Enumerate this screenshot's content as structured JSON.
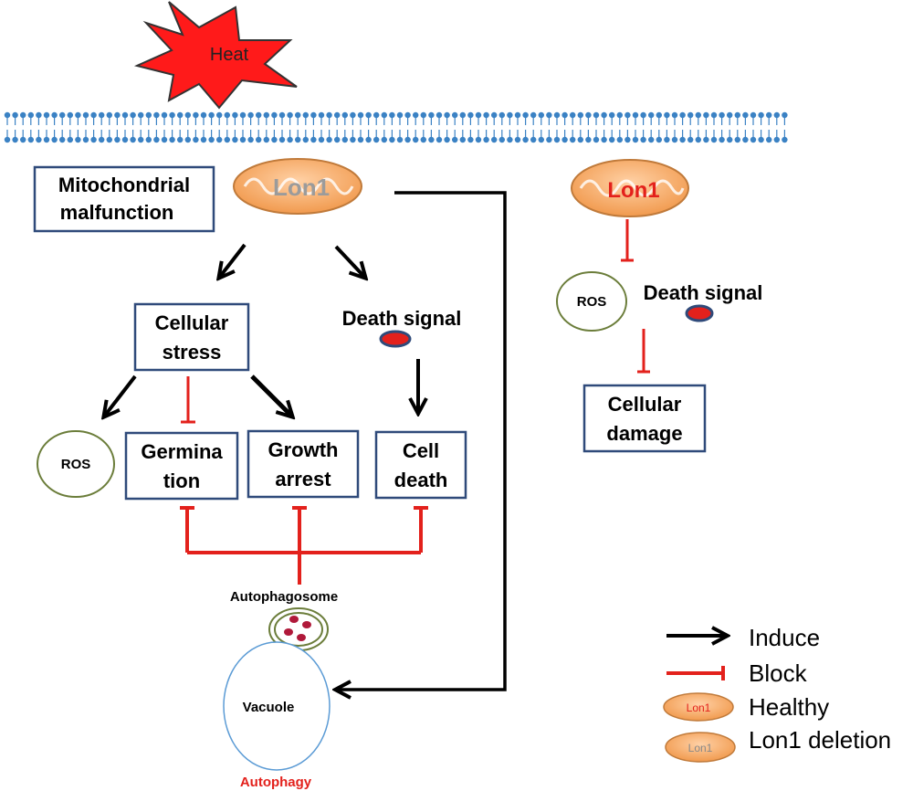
{
  "trigger": {
    "label": "Heat"
  },
  "left_panel": {
    "mito_label": "Lon1",
    "malfunction": [
      "Mitochondrial",
      "malfunction"
    ],
    "cellular_stress": [
      "Cellular",
      "stress"
    ],
    "death_signal": "Death signal",
    "ros": "ROS",
    "germination": [
      "Germina",
      "tion"
    ],
    "growth_arrest": [
      "Growth",
      "arrest"
    ],
    "cell_death": [
      "Cell",
      "death"
    ],
    "autophagosome": "Autophagosome",
    "vacuole": "Vacuole",
    "autophagy": "Autophagy"
  },
  "right_panel": {
    "mito_label": "Lon1",
    "ros": "ROS",
    "death_signal": "Death signal",
    "cellular_damage": [
      "Cellular",
      "damage"
    ]
  },
  "legend": {
    "induce": "Induce",
    "block": "Block",
    "healthy": "Healthy",
    "healthy_icon_label": "Lon1",
    "deletion": "Lon1 deletion",
    "deletion_icon_label": "Lon1"
  },
  "colors": {
    "induce": "#000000",
    "block": "#e3211c",
    "box_border": "#2f4a7a",
    "mito_fill": "#f4a460",
    "ros_border": "#6b7d3a",
    "membrane": "#3b82c4",
    "heat": "#ff1a1a",
    "autophagy_text": "#e3211c",
    "vacuole_border": "#5b9bd5"
  }
}
